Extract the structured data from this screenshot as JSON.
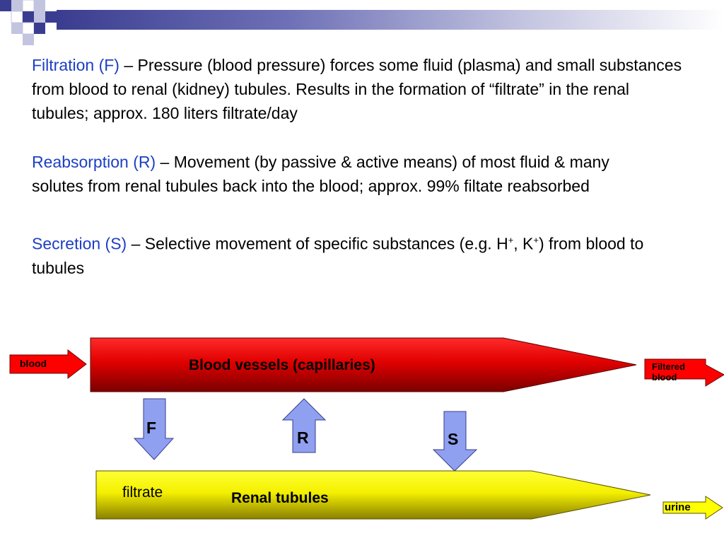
{
  "paragraphs": {
    "filtration": {
      "term": "Filtration (F)",
      "body": " – Pressure (blood pressure) forces some fluid (plasma) and small substances from blood to renal (kidney) tubules. Results in the formation of “filtrate” in the renal tubules; approx. 180 liters filtrate/day"
    },
    "reabsorption": {
      "term": "Reabsorption (R)",
      "body": " – Movement (by passive & active means) of most fluid & many solutes from renal tubules back into the blood; approx. 99% filtate reabsorbed"
    },
    "secretion": {
      "term": "Secretion (S)",
      "body_a": " – Selective movement of specific substances (e.g. H",
      "sup_1": "+",
      "body_b": ", K",
      "sup_2": "+",
      "body_c": ") from blood to tubules"
    }
  },
  "diagram": {
    "blood_in": "blood",
    "vessels": "Blood vessels (capillaries)",
    "blood_out": "Filtered blood",
    "filtration_arrow": "F",
    "reabsorption_arrow": "R",
    "secretion_arrow": "S",
    "filtrate": "filtrate",
    "tubules": "Renal tubules",
    "urine": "urine"
  },
  "colors": {
    "term_blue": "#1d3fc4",
    "vessel_red": "#e00000",
    "vessel_dark": "#7a0000",
    "tubule_yellow": "#ffff00",
    "tubule_dark": "#7a7000",
    "process_arrow": "#8fa0f0",
    "side_arrow_red": "#ff0000",
    "urine_yellow": "#ffff00"
  }
}
